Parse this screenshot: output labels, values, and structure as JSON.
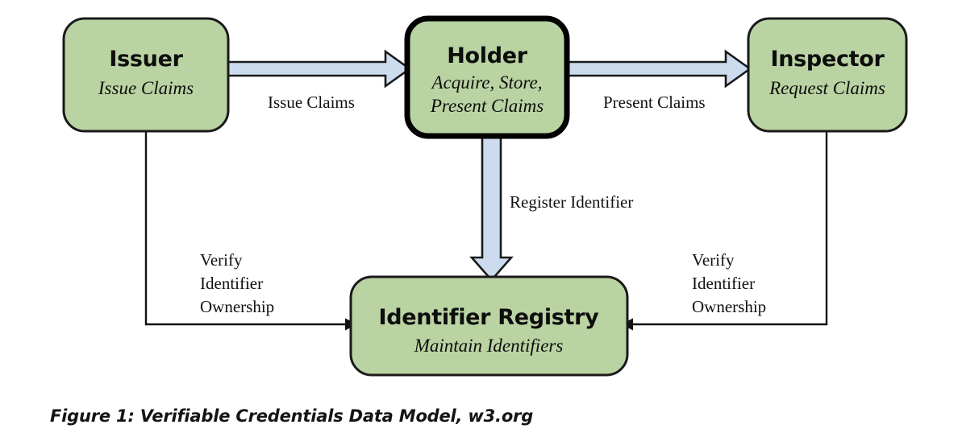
{
  "figure": {
    "caption": "Figure 1: Verifiable Credentials Data Model, w3.org"
  },
  "colors": {
    "node_fill": "#b9d3a2",
    "node_stroke": "#1a1a1a",
    "block_arrow_fill": "#ccdcee",
    "block_arrow_stroke": "#1a1a1a",
    "line_arrow_stroke": "#111111",
    "background": "#ffffff",
    "text": "#0d0d0d"
  },
  "nodes": [
    {
      "id": "issuer",
      "title": "Issuer",
      "subtitle": "Issue Claims",
      "emphasis": false
    },
    {
      "id": "holder",
      "title": "Holder",
      "subtitle_line1": "Acquire, Store,",
      "subtitle_line2": "Present Claims",
      "emphasis": true
    },
    {
      "id": "inspector",
      "title": "Inspector",
      "subtitle": "Request Claims",
      "emphasis": false
    },
    {
      "id": "identifier-registry",
      "title": "Identifier Registry",
      "subtitle": "Maintain Identifiers",
      "emphasis": false
    }
  ],
  "edges": [
    {
      "id": "issue-claims",
      "label": "Issue Claims",
      "from": "issuer",
      "to": "holder",
      "style": "block-arrow",
      "direction": "right"
    },
    {
      "id": "present-claims",
      "label": "Present Claims",
      "from": "holder",
      "to": "inspector",
      "style": "block-arrow",
      "direction": "right"
    },
    {
      "id": "register-identifier",
      "label": "Register Identifier",
      "from": "holder",
      "to": "identifier-registry",
      "style": "block-arrow",
      "direction": "down"
    },
    {
      "id": "issuer-verify",
      "label_line1": "Verify",
      "label_line2": "Identifier",
      "label_line3": "Ownership",
      "from": "issuer",
      "to": "identifier-registry",
      "style": "line-arrow",
      "direction": "right"
    },
    {
      "id": "inspector-verify",
      "label_line1": "Verify",
      "label_line2": "Identifier",
      "label_line3": "Ownership",
      "from": "inspector",
      "to": "identifier-registry",
      "style": "line-arrow",
      "direction": "left"
    }
  ]
}
